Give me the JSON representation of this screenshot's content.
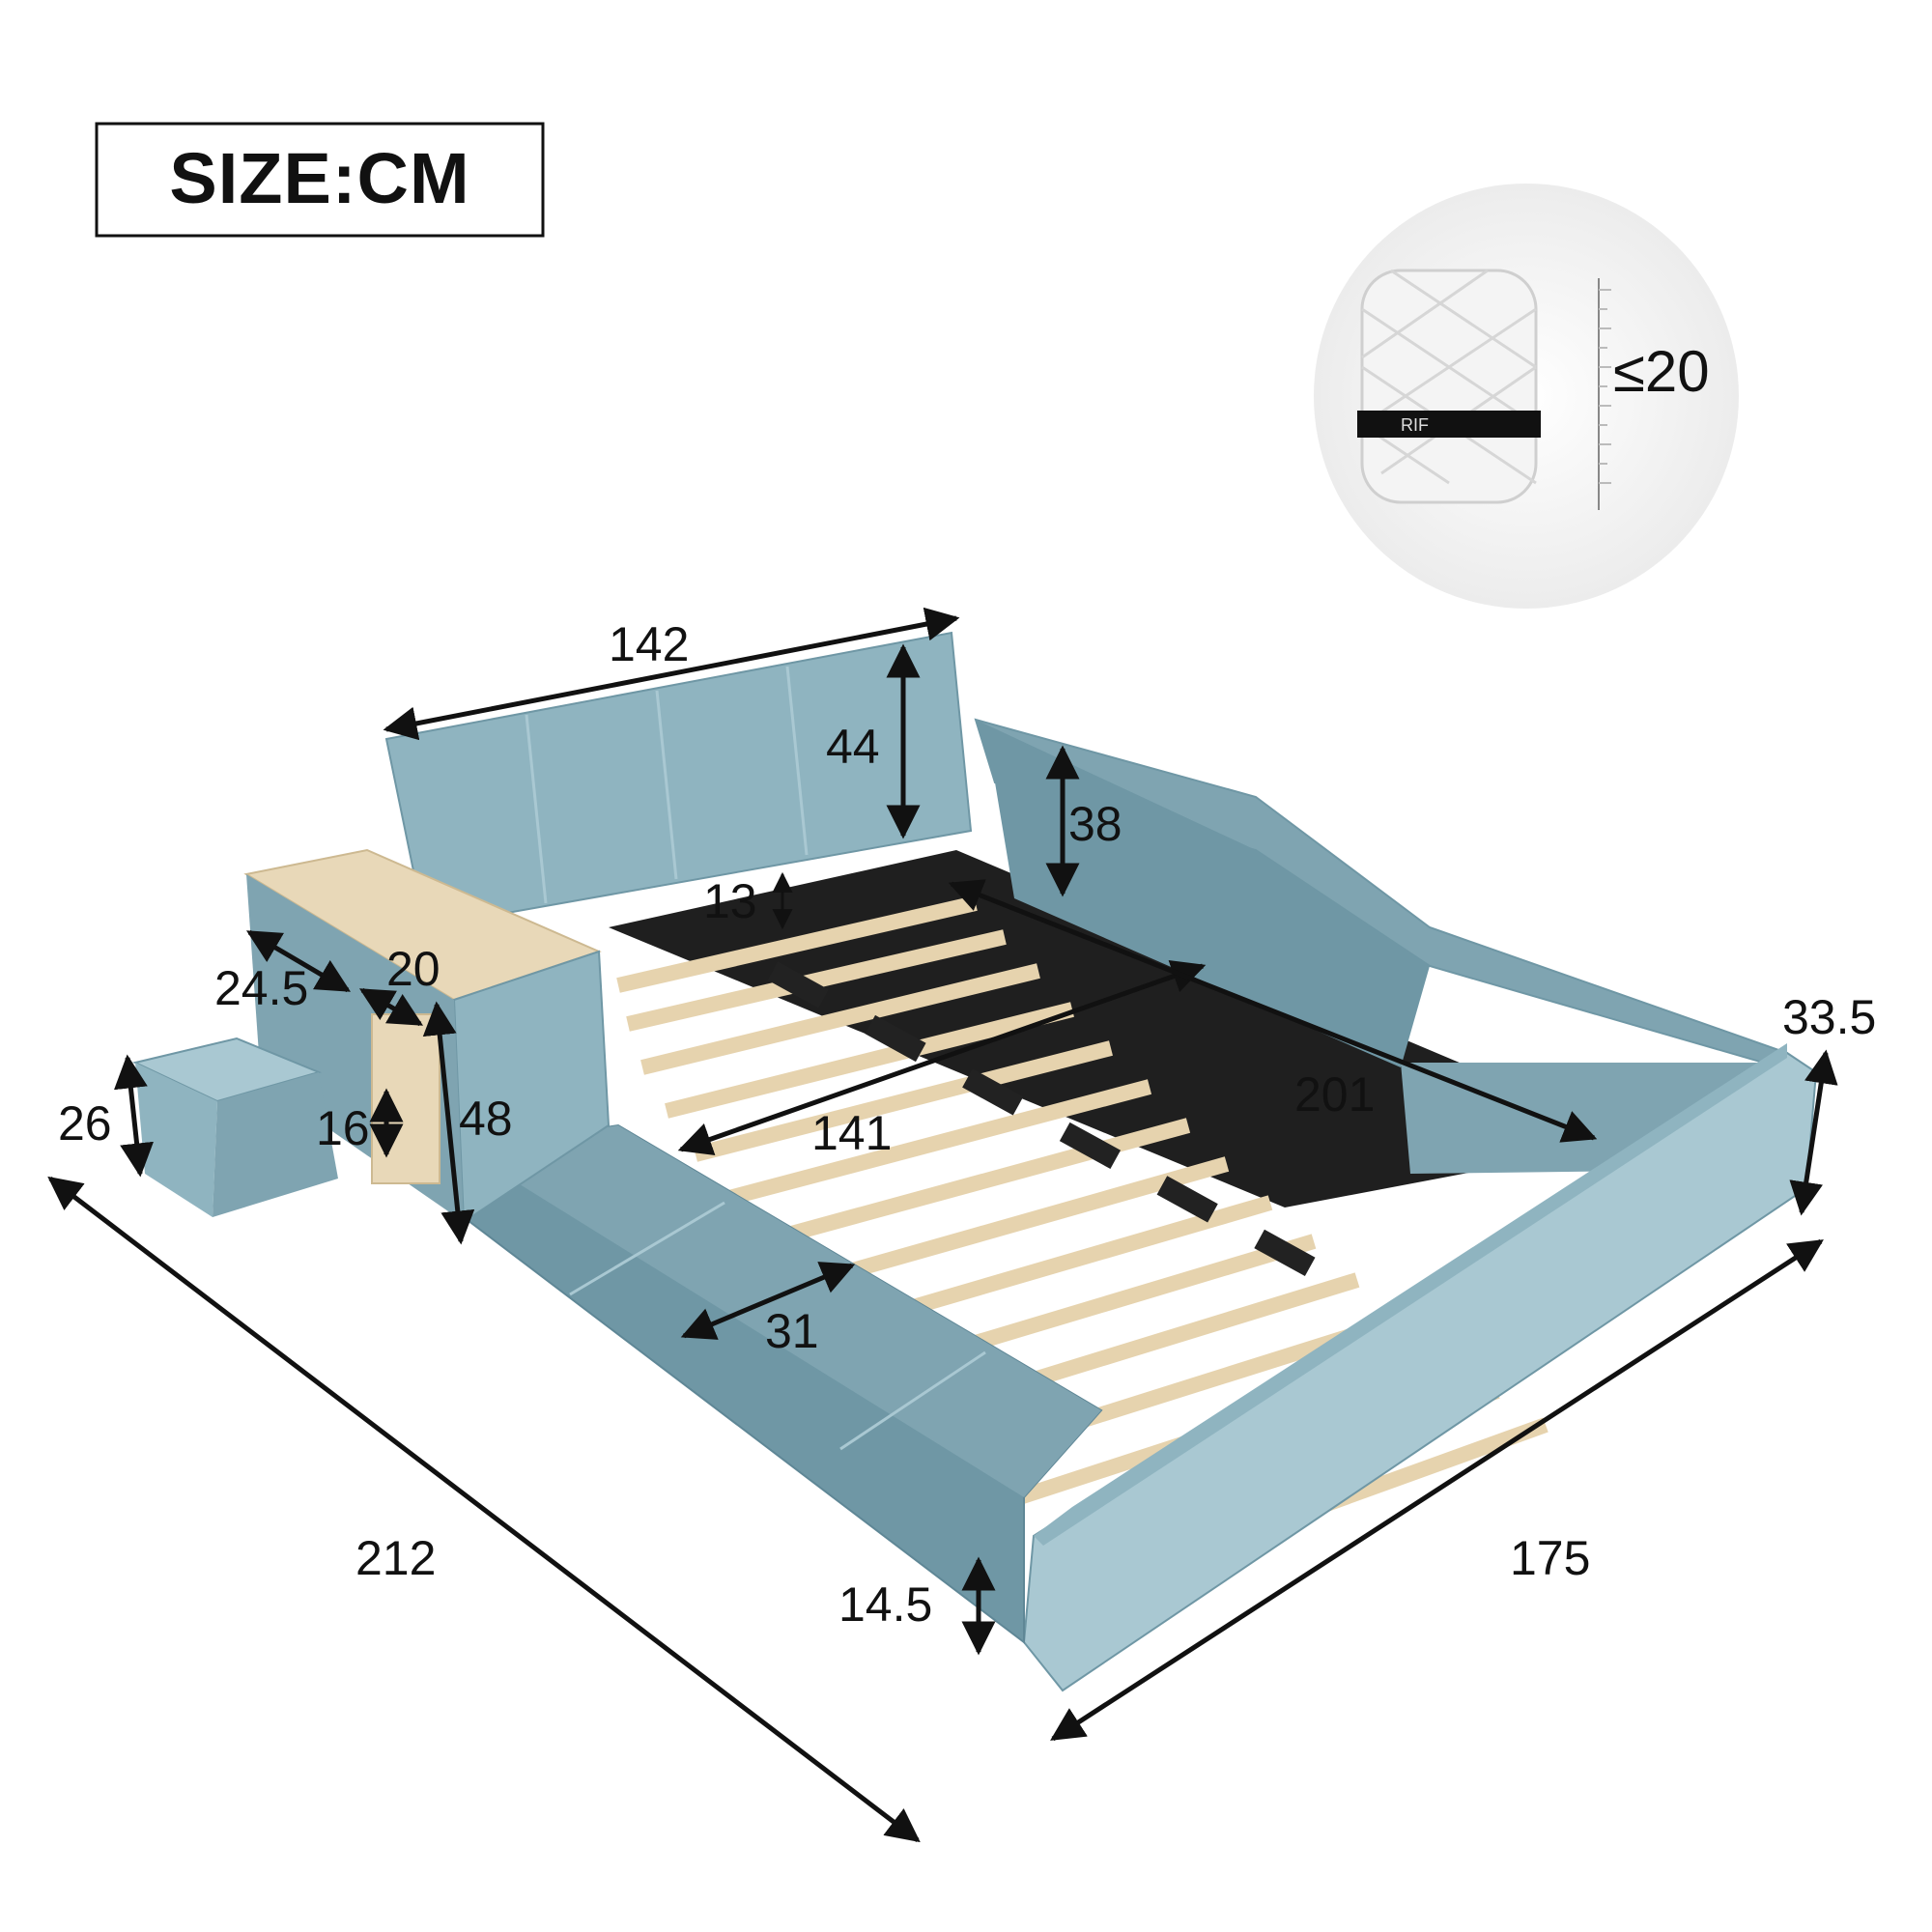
{
  "header": {
    "size_label": "SIZE:CM"
  },
  "inset": {
    "mattress_thickness_label": "≤20",
    "mattress_strap_text": "RIF"
  },
  "dimensions": {
    "headboard_width": "142",
    "headboard_height": "44",
    "side_rail_height": "38",
    "slat_gap_height": "13",
    "shelf_depth": "24.5",
    "shelf_width": "20",
    "shelf_height": "48",
    "shelf_compartment_height": "16",
    "stool_height": "26",
    "inner_width": "141",
    "inner_length": "201",
    "bench_depth": "31",
    "side_height": "33.5",
    "overall_length": "212",
    "overall_width": "175",
    "leg_height": "14.5"
  },
  "colors": {
    "upholstery": "#8fb4c0",
    "upholstery_dark": "#6f97a5",
    "upholstery_light": "#a9c8d2",
    "wood": "#e8d8b8",
    "frame_dark": "#222222",
    "line": "#111111"
  }
}
